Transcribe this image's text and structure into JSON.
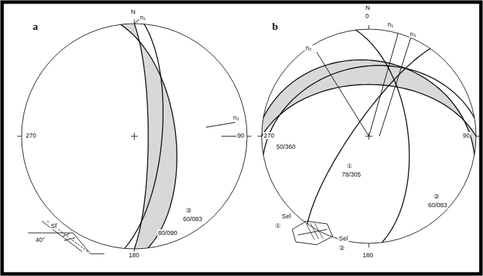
{
  "diagram": {
    "labels": [
      "a",
      "N",
      "n₁",
      "270",
      "90",
      "180",
      "n₂",
      "②",
      "60/083",
      "80/090",
      "Sf",
      "40°",
      "b",
      "N",
      "0",
      "n₁",
      "n₃",
      "n₂",
      "270",
      "90",
      "180",
      "50/360",
      "①",
      "78/305",
      "②",
      "60/083",
      "Sel",
      "①",
      "Sel",
      "②"
    ]
  }
}
